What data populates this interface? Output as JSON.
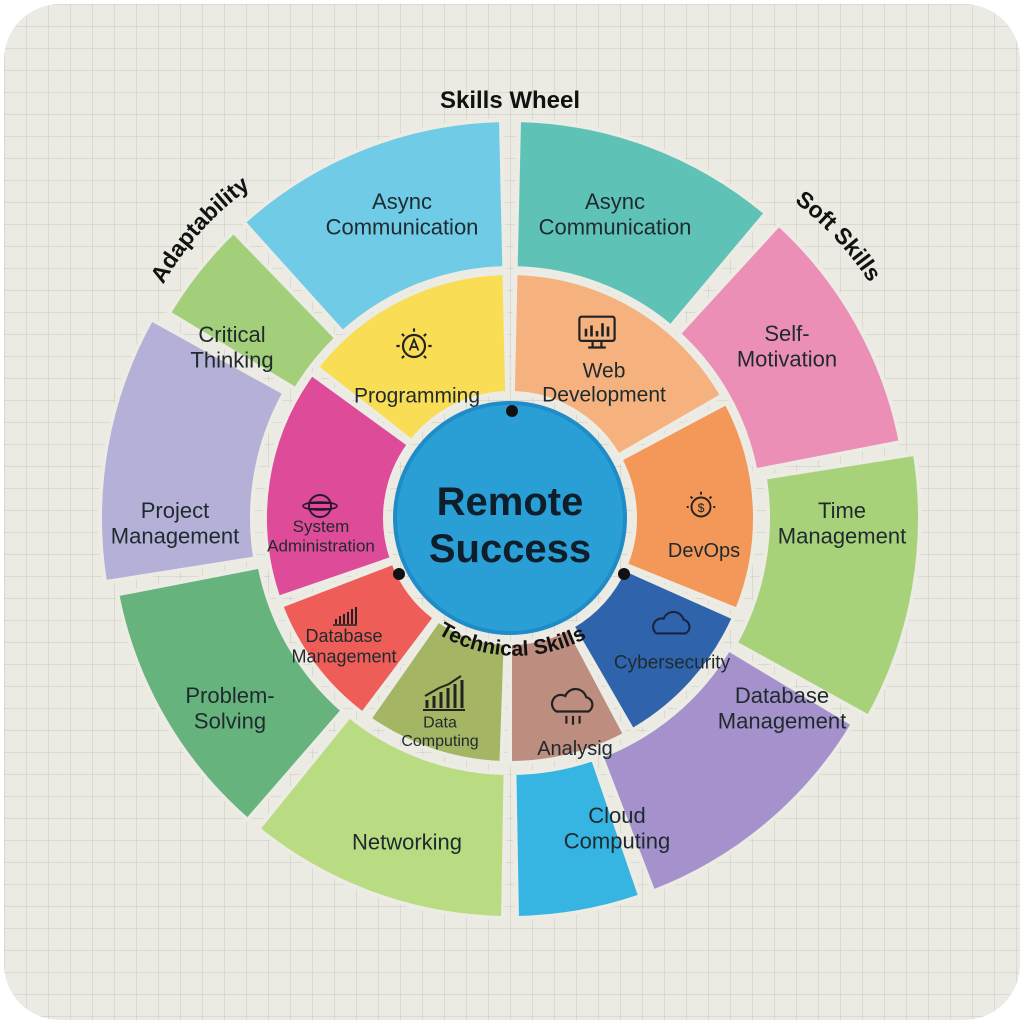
{
  "title": "Skills Wheel",
  "curved_labels": {
    "adaptability": "Adaptability",
    "soft_skills": "Soft Skills",
    "technical_skills": "Technical Skills"
  },
  "center": {
    "line1": "Remote",
    "line2": "Success",
    "color": "#2a9fd6"
  },
  "outer_ring": [
    {
      "id": "async-communication-left",
      "lines": [
        "Async",
        "Communication"
      ],
      "color": "#6fcbe6"
    },
    {
      "id": "async-communication-right",
      "lines": [
        "Async",
        "Communication"
      ],
      "color": "#5fc2b6"
    },
    {
      "id": "self-motivation",
      "lines": [
        "Self-",
        "Motivation"
      ],
      "color": "#ec8fb6"
    },
    {
      "id": "time-management",
      "lines": [
        "Time",
        "Management"
      ],
      "color": "#a8d27a"
    },
    {
      "id": "database-management-outer",
      "lines": [
        "Database",
        "Management"
      ],
      "color": "#a592cc"
    },
    {
      "id": "cloud-computing",
      "lines": [
        "Cloud",
        "Computing"
      ],
      "color": "#36b5e3"
    },
    {
      "id": "networking",
      "lines": [
        "Networking"
      ],
      "color": "#b9dc82"
    },
    {
      "id": "problem-solving",
      "lines": [
        "Problem-",
        "Solving"
      ],
      "color": "#67b37e"
    },
    {
      "id": "project-management",
      "lines": [
        "Project",
        "Management"
      ],
      "color": "#b4b0d7"
    },
    {
      "id": "critical-thinking",
      "lines": [
        "Critical",
        "Thinking"
      ],
      "color": "#a3cf7b"
    }
  ],
  "inner_ring": [
    {
      "id": "programming",
      "lines": [
        "Programming"
      ],
      "icon": "lightbulb-icon",
      "color": "#f9dd55"
    },
    {
      "id": "web-development",
      "lines": [
        "Web",
        "Development"
      ],
      "icon": "monitor-chart-icon",
      "color": "#f6b27e"
    },
    {
      "id": "devops",
      "lines": [
        "DevOps"
      ],
      "icon": "dollar-bulb-icon",
      "color": "#f4985a"
    },
    {
      "id": "cybersecurity",
      "lines": [
        "Cybersecurity"
      ],
      "icon": "cloud-icon",
      "color": "#2f64ad"
    },
    {
      "id": "analysig",
      "lines": [
        "Analysig"
      ],
      "icon": "cloud-rain-icon",
      "color": "#bd8e80"
    },
    {
      "id": "data-computing",
      "lines": [
        "Data",
        "Computing"
      ],
      "icon": "bar-chart-icon",
      "color": "#a4b564"
    },
    {
      "id": "database-management-inner",
      "lines": [
        "Database",
        "Management"
      ],
      "icon": "bar-chart-small-icon",
      "color": "#ee5d58"
    },
    {
      "id": "system-administration",
      "lines": [
        "System",
        "Administration"
      ],
      "icon": "planet-icon",
      "color": "#de4b98"
    }
  ]
}
